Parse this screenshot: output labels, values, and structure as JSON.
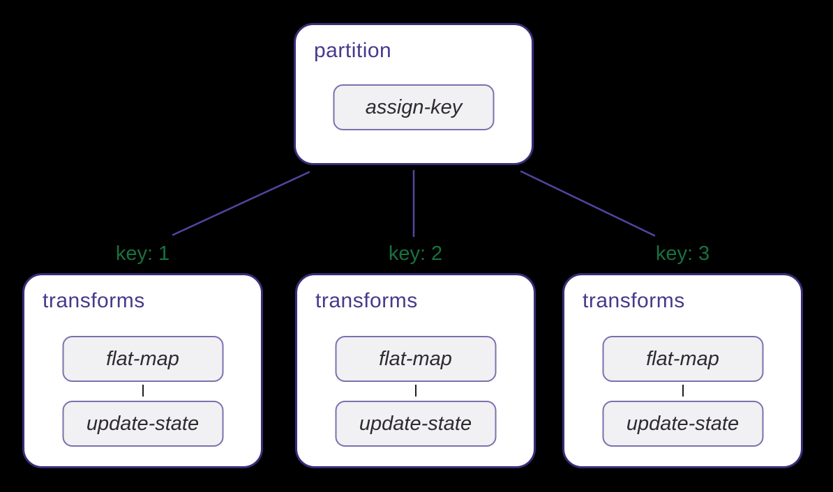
{
  "diagram_title": "partition / keyed transforms diagram",
  "colors": {
    "background": "#000000",
    "group_box_fill": "#ffffff",
    "group_box_border": "#3a2d79",
    "group_title_text": "#453a8c",
    "key_label_text": "#187140",
    "edge_line": "#5345a1",
    "operator_fill": "#f1f0f2",
    "operator_border": "#7e6fae",
    "operator_text": "#2e2b30",
    "operator_connector": "#1f1d21"
  },
  "partition": {
    "title": "partition",
    "operator": "assign-key"
  },
  "branches": [
    {
      "key": "key: 1",
      "title": "transforms",
      "operators": [
        "flat-map",
        "update-state"
      ]
    },
    {
      "key": "key: 2",
      "title": "transforms",
      "operators": [
        "flat-map",
        "update-state"
      ]
    },
    {
      "key": "key: 3",
      "title": "transforms",
      "operators": [
        "flat-map",
        "update-state"
      ]
    }
  ]
}
